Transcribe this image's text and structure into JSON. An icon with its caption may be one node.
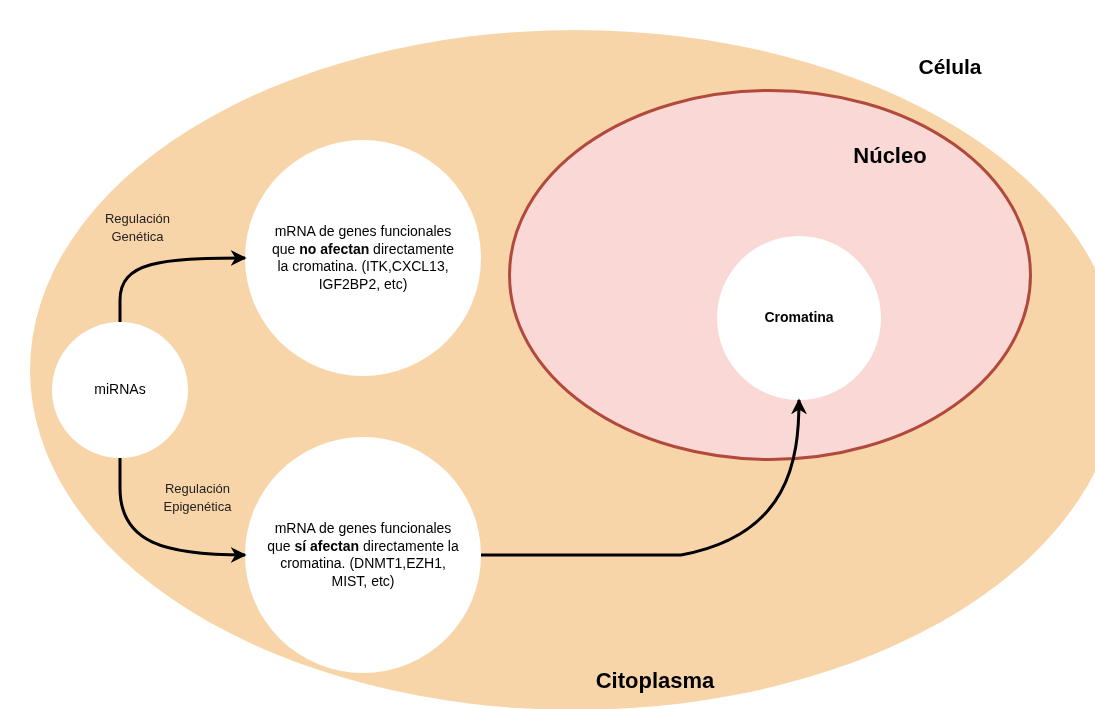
{
  "diagram": {
    "nodes": [
      {
        "text": [
          "Célula",
          "Citoplasma"
        ]
      },
      {
        "text": [
          "Núcleo"
        ],
        "in": 0
      },
      {
        "text": [
          "Cromatina"
        ],
        "in": 1
      },
      {
        "text": [
          "miRNAs"
        ],
        "in": 0
      },
      {
        "text": [
          "mRNA de genes funcionales que **no afectan** directamente la cromatina. (ITK,CXCL13, IGF2BP2, etc)"
        ],
        "in": 0
      },
      {
        "text": [
          "mRNA de genes funcionales que **sí afectan** directamente la cromatina. (DNMT1,EZH1, MIST, etc)"
        ],
        "in": 0
      }
    ],
    "edges": [
      {
        "from": 3,
        "to": 4,
        "arrow": "to",
        "label": "Regulación Genética"
      },
      {
        "from": 3,
        "to": 5,
        "arrow": "to",
        "label": "Regulación Epigenética"
      },
      {
        "from": 5,
        "to": 2,
        "arrow": "to"
      }
    ]
  }
}
